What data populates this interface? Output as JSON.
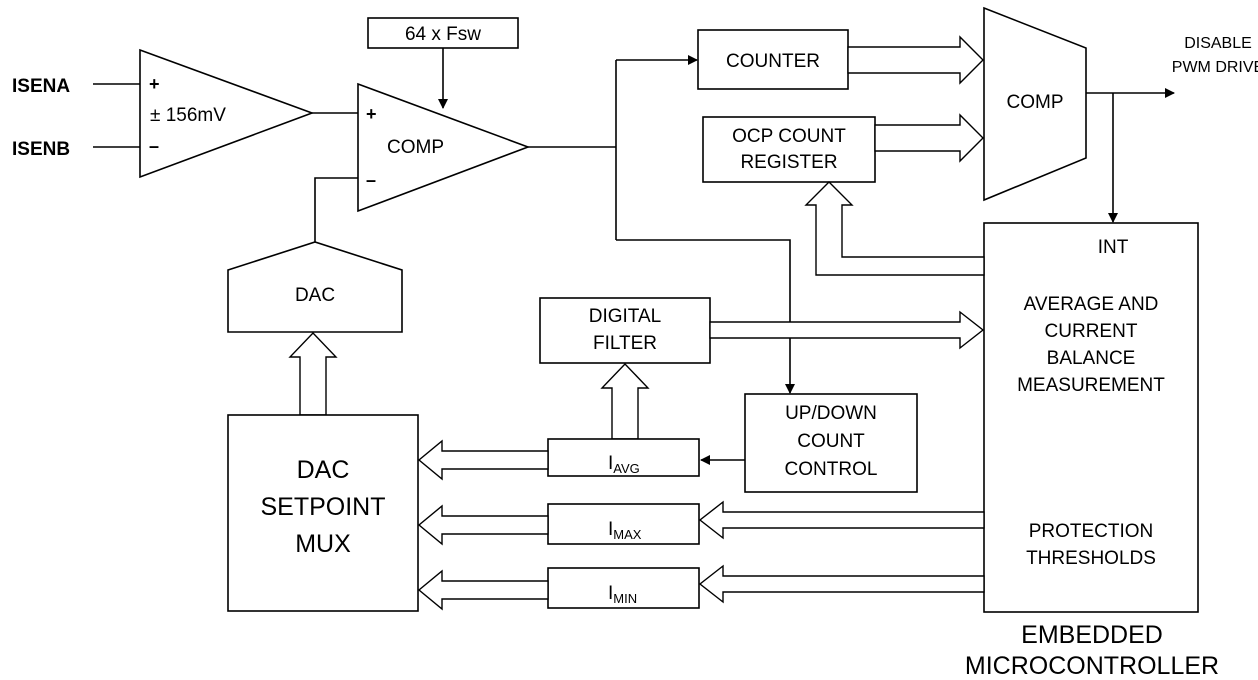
{
  "inputs": {
    "isena": "ISENA",
    "isenb": "ISENB"
  },
  "amplifier": {
    "plus": "+",
    "minus": "–",
    "range": "± 156mV"
  },
  "comparator": {
    "plus": "+",
    "minus": "–",
    "label": "COMP"
  },
  "clock": "64 x Fsw",
  "dac": "DAC",
  "dac_setpoint_mux": [
    "DAC",
    "SETPOINT",
    "MUX"
  ],
  "counter": "COUNTER",
  "ocp_register": [
    "OCP COUNT",
    "REGISTER"
  ],
  "output_comp": "COMP",
  "output": [
    "DISABLE",
    "PWM DRIVE"
  ],
  "digital_filter": [
    "DIGITAL",
    "FILTER"
  ],
  "updown_control": [
    "UP/DOWN",
    "COUNT",
    "CONTROL"
  ],
  "registers": {
    "avg": {
      "main": "I",
      "sub": "AVG"
    },
    "max": {
      "main": "I",
      "sub": "MAX"
    },
    "min": {
      "main": "I",
      "sub": "MIN"
    }
  },
  "microcontroller": {
    "int": "INT",
    "measurement": [
      "AVERAGE AND",
      "CURRENT",
      "BALANCE",
      "MEASUREMENT"
    ],
    "thresholds": [
      "PROTECTION",
      "THRESHOLDS"
    ],
    "caption": [
      "EMBEDDED",
      "MICROCONTROLLER"
    ]
  }
}
